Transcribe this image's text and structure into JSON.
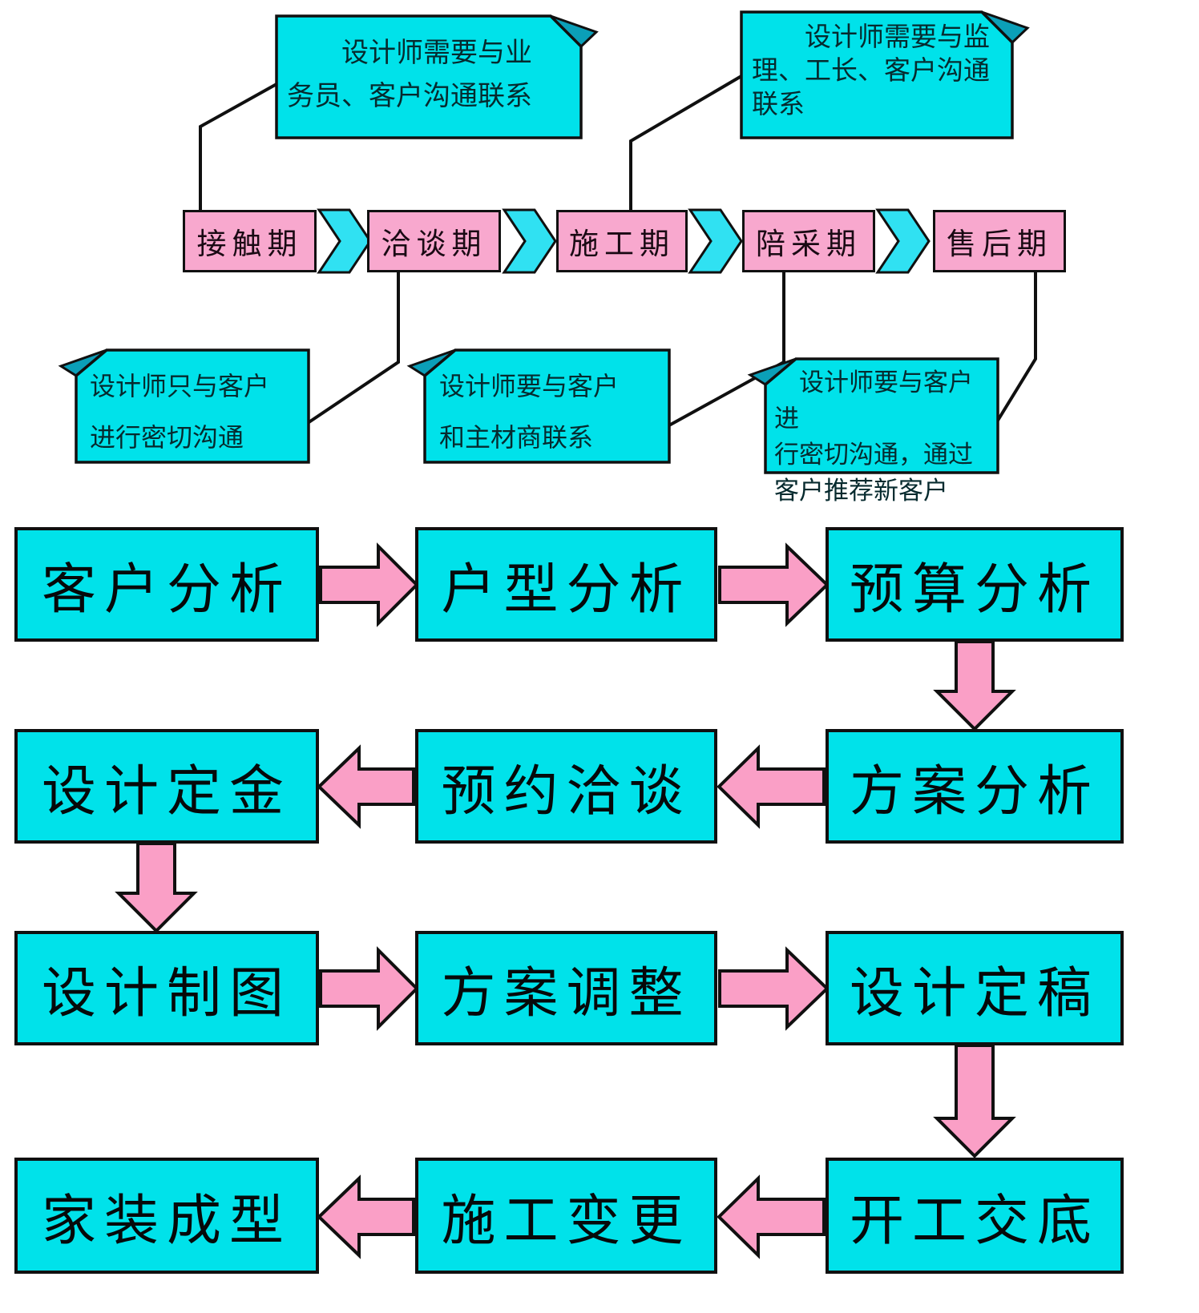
{
  "timeline": {
    "phases": [
      {
        "label": "接触期"
      },
      {
        "label": "洽谈期"
      },
      {
        "label": "施工期"
      },
      {
        "label": "陪采期"
      },
      {
        "label": "售后期"
      }
    ],
    "notes": {
      "top_left": "　　设计师需要与业\n务员、客户沟通联系",
      "top_right": "　　设计师需要与监\n理、工长、客户沟通\n联系",
      "bottom_left": "设计师只与客户\n进行密切沟通",
      "bottom_middle": "设计师要与客户\n和主材商联系",
      "bottom_right": "　设计师要与客户进\n行密切沟通，通过\n客户推荐新客户"
    }
  },
  "flow": {
    "rows": [
      {
        "cells": [
          "客户分析",
          "户型分析",
          "预算分析"
        ],
        "arrow_direction": "right"
      },
      {
        "cells": [
          "设计定金",
          "预约洽谈",
          "方案分析"
        ],
        "arrow_direction": "left"
      },
      {
        "cells": [
          "设计制图",
          "方案调整",
          "设计定稿"
        ],
        "arrow_direction": "right"
      },
      {
        "cells": [
          "家装成型",
          "施工变更",
          "开工交底"
        ],
        "arrow_direction": "left"
      }
    ]
  },
  "colors": {
    "box_cyan": "#00e2ea",
    "chevron_cyan": "#30e1f2",
    "note_fold_teal": "#0b9fb8",
    "phase_pink": "#f8a8ce",
    "arrow_pink": "#fa9fc6",
    "outline_black": "#101010",
    "background": "#ffffff"
  }
}
